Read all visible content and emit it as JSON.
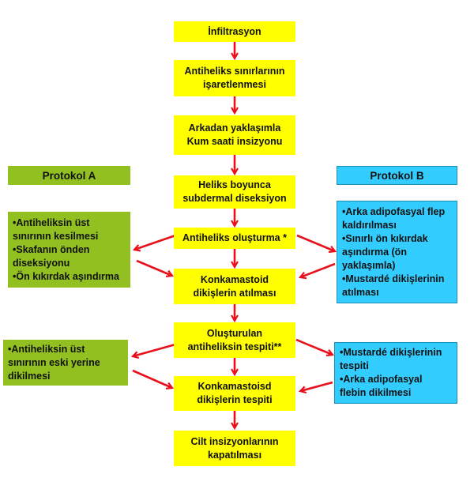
{
  "steps": {
    "s1": "İnfiltrasyon",
    "s2": "Antiheliks sınırlarının\nişaretlenmesi",
    "s3": "Arkadan yaklaşımla\nKum  saati insizyonu",
    "s4": "Heliks boyunca\nsubdermal diseksiyon",
    "s5": "Antiheliks oluşturma *",
    "s6": "Konkamastoid\ndikişlerin atılması",
    "s7": "Oluşturulan\nantiheliksin tespiti**",
    "s8": "Konkamastoisd\ndikişlerin tespiti",
    "s9": "Cilt insizyonlarının\nkapatılması"
  },
  "protocol_a": {
    "title": "Protokol  A",
    "box1": "•Antiheliksin üst\nsınırının kesilmesi\n•Skafanın önden\ndiseksiyonu\n•Ön kıkırdak aşındırma",
    "box2": "•Antiheliksin üst\nsınırının eski yerine\ndikilmesi"
  },
  "protocol_b": {
    "title": "Protokol B",
    "box1": "•Arka adipofasyal flep\nkaldırılması\n•Sınırlı ön kıkırdak\naşındırma  (ön\nyaklaşımla)\n•Mustardé dikişlerinin\natılması",
    "box2": "•Mustardé dikişlerinin\ntespiti\n•Arka adipofasyal\nflebin  dikilmesi"
  },
  "colors": {
    "step": "#ffff00",
    "protocol_a": "#92c021",
    "protocol_b": "#33ccff",
    "arrow": "#e8101a"
  }
}
